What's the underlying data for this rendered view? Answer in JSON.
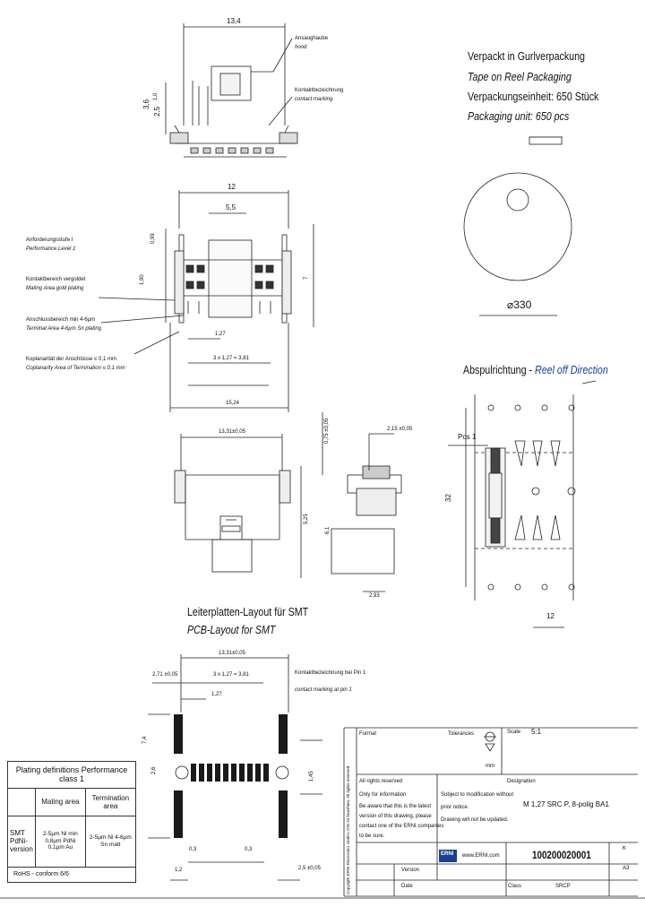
{
  "packaging": {
    "de_title": "Verpackt in Gurlverpackung",
    "en_title": "Tape on Reel Packaging",
    "de_unit": "Verpackungseinheit:  650 Stück",
    "en_unit": "Packaging unit:  650 pcs",
    "reel_diameter": "⌀330"
  },
  "reel_off": {
    "de": "Abspulrichtung",
    "en": "Reel off Direction",
    "pos1": "Pos 1",
    "width_label": "32",
    "pitch_label": "12"
  },
  "top_view": {
    "width": "13,4",
    "housing_de": "Ansaughaube",
    "housing_en": "hood",
    "marking_de": "Kontaktbezeichnung",
    "marking_en": "contact marking",
    "dim_a": "3,6",
    "dim_b": "2,5",
    "dim_c": "1,0"
  },
  "mid_view": {
    "width_12": "12",
    "width_55": "5,5",
    "dim_099": "0,99",
    "dim_190": "1,90",
    "dim_127": "1,27",
    "pitch": "3 x 1,27 = 3,81",
    "overall": "15,24",
    "dim_7": "7",
    "labels": [
      {
        "de": "Anforderungsstufe I",
        "en": "Performance Level 1"
      },
      {
        "de": "Kontaktbereich vergoldet",
        "en": "Mating Area gold plating"
      },
      {
        "de": "Anschlussbereich min 4-6µm",
        "en": "Terminal Area 4-6µm Sn plating"
      },
      {
        "de": "Koplanarität der Anschlüsse ≤ 0,1 mm",
        "en": "Coplanarity Area of Termination ≤ 0,1 mm"
      }
    ]
  },
  "bottom_view": {
    "width": "13,31±0,05",
    "dim_075": "0,75 ±0,05",
    "dim_215": "2,15 ±0,05",
    "dim_525": "5,25",
    "dim_61": "6,1",
    "dim_293": "2,93"
  },
  "pcb": {
    "de_title": "Leiterplatten-Layout für SMT",
    "en_title": "PCB-Layout for SMT",
    "width": "13,31±0,05",
    "dim_271": "2,71 ±0,05",
    "pitch": "3 x 1,27 = 3,81",
    "dim_127": "1,27",
    "marking_de": "Kontaktbezeichnung bei Pin 1",
    "marking_en": "contact marking at pin 1",
    "dim_74": "7,4",
    "dim_26": "2,6",
    "dim_145": "1,45",
    "dim_03a": "0,3",
    "dim_03b": "0,3",
    "dim_12": "1,2",
    "dim_25": "2,5 ±0,05"
  },
  "plating": {
    "title": "Plating definitions  Performance class 1",
    "col_mating": "Mating area",
    "col_term": "Termination area",
    "row_label": "SMT PdNi-version",
    "mating_value": "2-5µm Ni min 0,8µm PdNi 0,1µm Au",
    "term_value": "2-5µm Ni 4-6µm Sn matt",
    "rohs": "RoHS - conform 6/6"
  },
  "titleblock": {
    "format": "Format",
    "scale_label": "Scale",
    "scale_value": "5:1",
    "tolerance": "Tolerances",
    "mm": "mm",
    "rights": "All rights reserved",
    "only_info": "Only for information",
    "note1": "Be aware that this is the latest",
    "note2": "version of this drawing, please",
    "note3": "contact one of the ERNI companies",
    "note4": "to be sure.",
    "subject1": "Subject to modification without",
    "subject2": "prior notice.",
    "subject3": "Drawing will not be updated.",
    "designation_label": "Designation",
    "designation": "M 1,27 SRC P, 8-polig BA1",
    "company": "www.ERNI.com",
    "logo": "ERNI",
    "part_number": "100200020001",
    "rev": "K",
    "sheet": "A3",
    "class_label": "Class",
    "class_value": "SRCP",
    "date_label": "Date",
    "version": "Version",
    "side_note": "Copyright ERNI Electronics GmbH, DIN 34 beachten. All rights reserved"
  },
  "colors": {
    "line": "#222222",
    "blue": "#1a3f8f",
    "fill_dark": "#1a1a1a"
  }
}
